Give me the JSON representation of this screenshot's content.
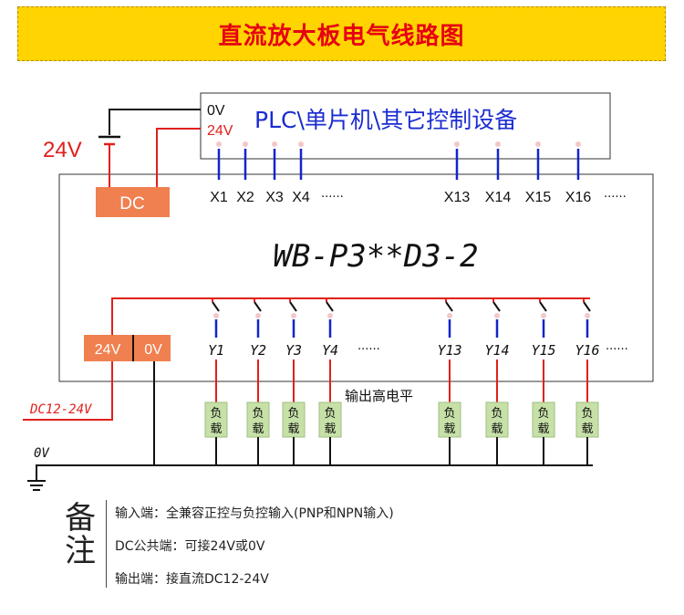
{
  "title": "直流放大板电气线路图",
  "plc": {
    "label": "PLC\\单片机\\其它控制设备",
    "zero_v": "0V",
    "plus_24v": "24V"
  },
  "supply": {
    "label": "24V"
  },
  "dc_box": {
    "label": "DC"
  },
  "board": {
    "model": "WB-P3**D3-2"
  },
  "inputs": [
    "X1",
    "X2",
    "X3",
    "X4",
    "X13",
    "X14",
    "X15",
    "X16"
  ],
  "outputs": [
    "Y1",
    "Y2",
    "Y3",
    "Y4",
    "Y13",
    "Y14",
    "Y15",
    "Y16"
  ],
  "ellipsis": "······",
  "power_terminals": {
    "plus": "24V",
    "minus": "0V"
  },
  "output_level": "输出高电平",
  "load": {
    "line1": "负",
    "line2": "载"
  },
  "external_supply": "DC12-24V",
  "ground_label": "0V",
  "notes": {
    "heading": [
      "备",
      "注"
    ],
    "lines": [
      "输入端：全兼容正控与负控输入(PNP和NPN输入)",
      "DC公共端：可接24V或0V",
      "输出端：接直流DC12-24V"
    ]
  },
  "colors": {
    "banner": "#ffd400",
    "title": "#e60012",
    "wire_red": "#e0201c",
    "wire_blue": "#1424c8",
    "terminal_orange": "#f08050",
    "load_green": "#c6e0a8",
    "plc_text": "#1a2cd0"
  }
}
